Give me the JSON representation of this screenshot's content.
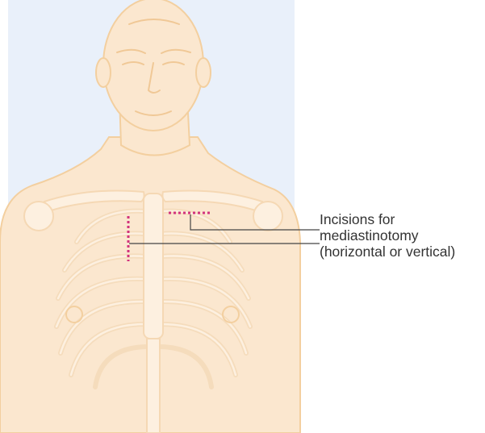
{
  "figure": {
    "colors": {
      "background_panel": "#e9f0fa",
      "skin": "#fbe7cf",
      "skin_outline": "#f3cf9f",
      "bone": "#fdf0e0",
      "bone_outline": "#f5d8b4",
      "incision": "#d2337c",
      "leader_line": "#444444"
    },
    "callout": {
      "lines": [
        "Incisions for",
        "mediastinotomy",
        "(horizontal or vertical)"
      ]
    },
    "incisions": [
      {
        "orientation": "horizontal"
      },
      {
        "orientation": "vertical"
      }
    ]
  }
}
